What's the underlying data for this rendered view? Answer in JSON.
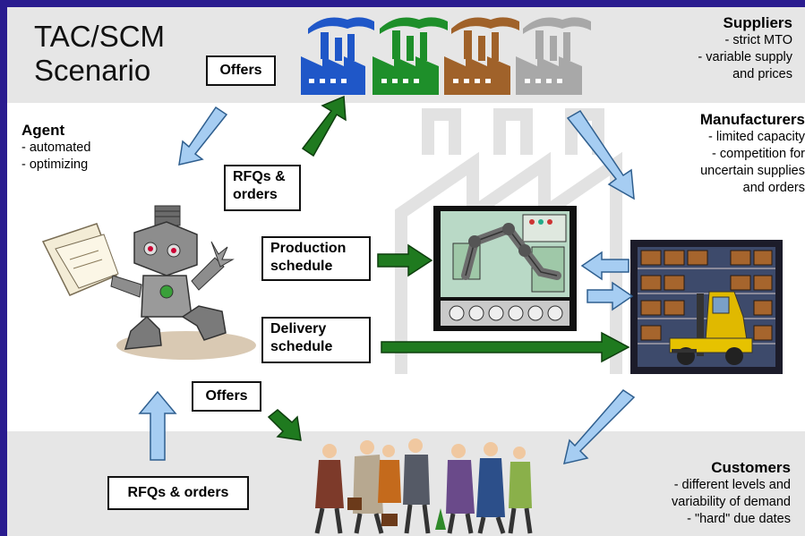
{
  "title": {
    "line1": "TAC/SCM",
    "line2": "Scenario"
  },
  "suppliers": {
    "heading": "Suppliers",
    "lines": [
      "- strict MTO",
      "- variable supply",
      "and prices"
    ]
  },
  "agent": {
    "heading": "Agent",
    "lines": [
      "- automated",
      "- optimizing"
    ]
  },
  "manufacturers": {
    "heading": "Manufacturers",
    "lines": [
      "- limited capacity",
      "- competition for",
      "uncertain supplies",
      "and orders"
    ]
  },
  "customers": {
    "heading": "Customers",
    "lines": [
      "- different levels and",
      "variability of demand",
      "- \"hard\" due dates"
    ]
  },
  "labels": {
    "offers_top": "Offers",
    "rfqs_top_1": "RFQs &",
    "rfqs_top_2": "orders",
    "production_1": "Production",
    "production_2": "schedule",
    "delivery_1": "Delivery",
    "delivery_2": "schedule",
    "offers_bottom": "Offers",
    "rfqs_bottom": "RFQs & orders"
  },
  "colors": {
    "background": "#2a1c8f",
    "band": "#e6e6e6",
    "light_arrow": "#a6cdf2",
    "dark_arrow": "#1f7a1f"
  },
  "icons": [
    "factory-blue-icon",
    "factory-green-icon",
    "factory-brown-icon",
    "factory-gray-icon",
    "robot-agent-icon",
    "assembly-machine-icon",
    "warehouse-forklift-icon",
    "customers-crowd-icon"
  ]
}
